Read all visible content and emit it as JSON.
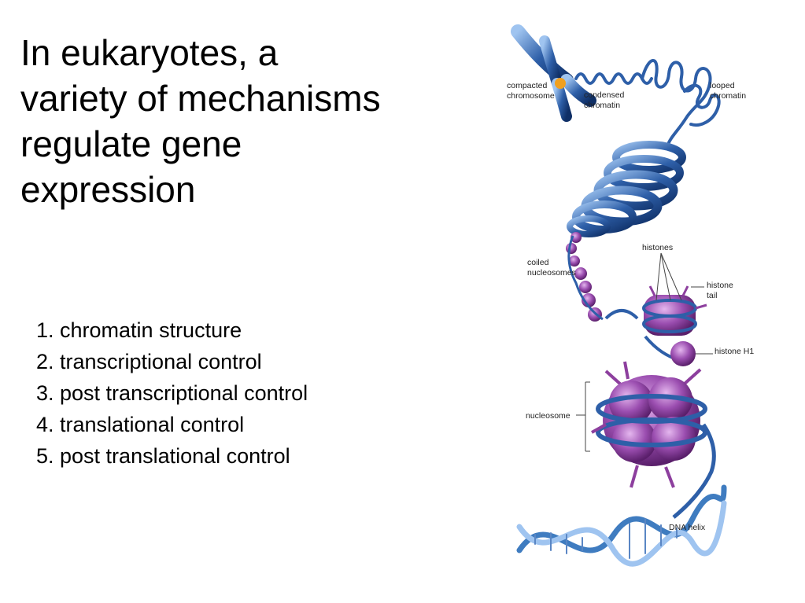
{
  "title_lines": [
    "In eukaryotes, a",
    "variety of mechanisms",
    "regulate gene",
    "expression"
  ],
  "mechanisms": [
    "1.  chromatin structure",
    "2.  transcriptional control",
    "3. post transcriptional control",
    "4.  translational control",
    "5.  post translational control"
  ],
  "diagram_labels": {
    "compacted_chromosome": [
      "compacted",
      "chromosome"
    ],
    "condensed_chromatin": [
      "condensed",
      "chromatin"
    ],
    "looped_chromatin": [
      "looped",
      "chromatin"
    ],
    "coiled_nucleosomes": [
      "coiled",
      "nucleosomes"
    ],
    "histones": "histones",
    "histone_tail": [
      "histone",
      "tail"
    ],
    "histone_h1": "histone H1",
    "nucleosome": "nucleosome",
    "dna_helix": "DNA helix"
  },
  "colors": {
    "chromatin_blue": "#2e5fa8",
    "histone_purple": "#8d3f9e",
    "dna_blue": "#3f7cc0"
  }
}
